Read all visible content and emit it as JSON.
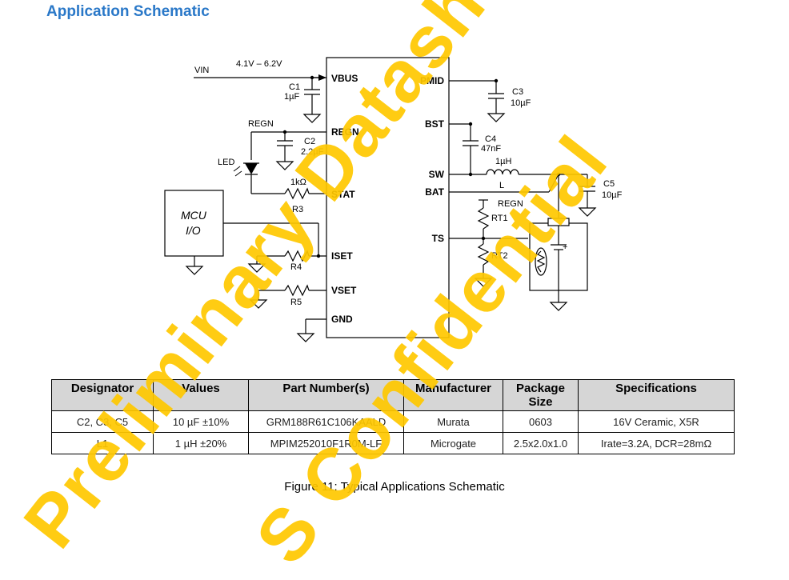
{
  "section_title": "Application Schematic",
  "schematic": {
    "vin_label": "VIN",
    "vin_range": "4.1V – 6.2V",
    "ic_pins_left": [
      "VBUS",
      "REGN",
      "STAT",
      "ISET",
      "VSET",
      "GND"
    ],
    "ic_pins_right": [
      "PMID",
      "BST",
      "SW",
      "BAT",
      "TS"
    ],
    "c1_name": "C1",
    "c1_value": "1µF",
    "c2_name": "C2",
    "c2_value": "2.2µF",
    "c3_name": "C3",
    "c3_value": "10µF",
    "c4_name": "C4",
    "c4_value": "47nF",
    "c5_name": "C5",
    "c5_value": "10µF",
    "l_value": "1µH",
    "l_name": "L",
    "regn_label_left": "REGN",
    "regn_label_right": "REGN",
    "led_label": "LED",
    "r3_value": "1kΩ",
    "r3_name": "R3",
    "r4_name": "R4",
    "r5_name": "R5",
    "rt1_name": "RT1",
    "rt2_name": "RT2",
    "mcu_line1": "MCU",
    "mcu_line2": "I/O",
    "battery_plus": "+"
  },
  "table": {
    "headers": [
      "Designator",
      "Values",
      "Part Number(s)",
      "Manufacturer",
      "Package Size",
      "Specifications"
    ],
    "rows": [
      [
        "C2, C3, C5",
        "10 µF ±10%",
        "GRM188R61C106KAALD",
        "Murata",
        "0603",
        "16V Ceramic, X5R"
      ],
      [
        "L1",
        "1 µH ±20%",
        "MPIM252010F1R0M-LF",
        "Microgate",
        "2.5x2.0x1.0",
        "Irate=3.2A, DCR=28mΩ"
      ]
    ]
  },
  "caption": "Figure 11: Typical Applications Schematic",
  "watermarks": [
    "Preliminary Datasheet",
    "S Confidential"
  ],
  "colors": {
    "title": "#2a78c8",
    "watermark": "#ffc800",
    "table_header": "#d6d6d6"
  }
}
